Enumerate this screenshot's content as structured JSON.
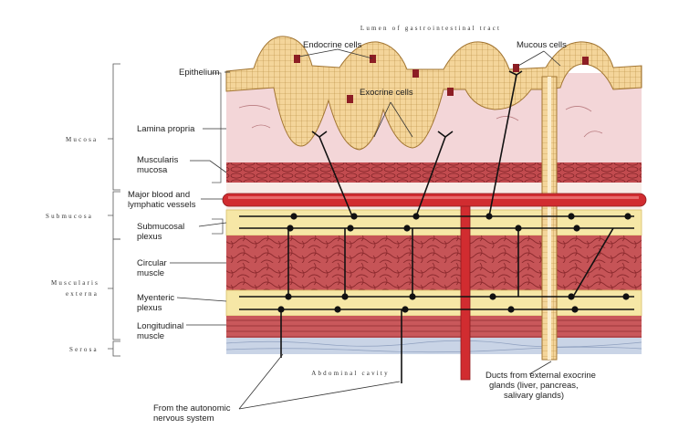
{
  "title": "Lumen of gastrointestinal tract",
  "bottom_caption": "Abdominal cavity",
  "groups": {
    "mucosa": "Mucosa",
    "submucosa": "Submucosa",
    "muscularis_externa_1": "Muscularis",
    "muscularis_externa_2": "externa",
    "serosa": "Serosa"
  },
  "layers": {
    "epithelium": "Epithelium",
    "lamina_propria": "Lamina propria",
    "muscularis_mucosa_1": "Muscularis",
    "muscularis_mucosa_2": "mucosa",
    "blood_vessels_1": "Major blood and",
    "blood_vessels_2": "lymphatic vessels",
    "submucosal_plexus_1": "Submucosal",
    "submucosal_plexus_2": "plexus",
    "circular_muscle_1": "Circular",
    "circular_muscle_2": "muscle",
    "myenteric_plexus_1": "Myenteric",
    "myenteric_plexus_2": "plexus",
    "longitudinal_muscle_1": "Longitudinal",
    "longitudinal_muscle_2": "muscle"
  },
  "callouts": {
    "endocrine_cells": "Endocrine cells",
    "exocrine_cells": "Exocrine cells",
    "mucous_cells": "Mucous cells",
    "ducts_1": "Ducts from external exocrine",
    "ducts_2": "glands (liver, pancreas,",
    "ducts_3": "salivary glands)",
    "autonomic_1": "From the autonomic",
    "autonomic_2": "nervous system"
  },
  "colors": {
    "lamina": "#f3d6d8",
    "epithelium": "#f4d59a",
    "endocrine": "#8c1d24",
    "muscle": "#c8585a",
    "plexus": "#f6e7a6",
    "vessel": "#d12c30",
    "serosa": "#c9d4e6",
    "nerve": "#111111"
  }
}
